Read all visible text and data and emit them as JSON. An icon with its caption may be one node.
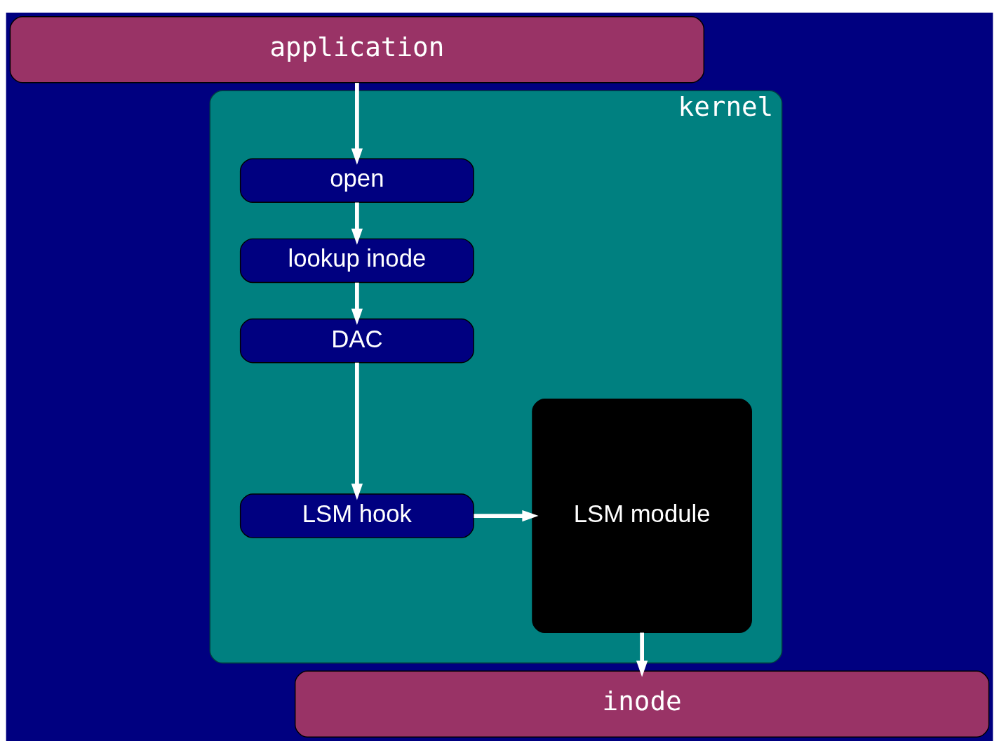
{
  "diagram": {
    "nodes": [
      {
        "text": [
          "application"
        ]
      },
      {
        "text": [
          "kernel"
        ]
      },
      {
        "text": [
          "open"
        ],
        "in": 1
      },
      {
        "text": [
          "lookup inode"
        ],
        "in": 1
      },
      {
        "text": [
          "DAC"
        ],
        "in": 1
      },
      {
        "text": [
          "LSM hook"
        ],
        "in": 1
      },
      {
        "text": [
          "LSM module"
        ],
        "in": 1
      },
      {
        "text": [
          "inode"
        ]
      }
    ],
    "edges": [
      {
        "from": 0,
        "to": 2,
        "arrow": "to"
      },
      {
        "from": 2,
        "to": 3,
        "arrow": "to"
      },
      {
        "from": 3,
        "to": 4,
        "arrow": "to"
      },
      {
        "from": 4,
        "to": 5,
        "arrow": "to"
      },
      {
        "from": 5,
        "to": 6,
        "arrow": "to"
      },
      {
        "from": 6,
        "to": 7,
        "arrow": "to"
      }
    ]
  }
}
